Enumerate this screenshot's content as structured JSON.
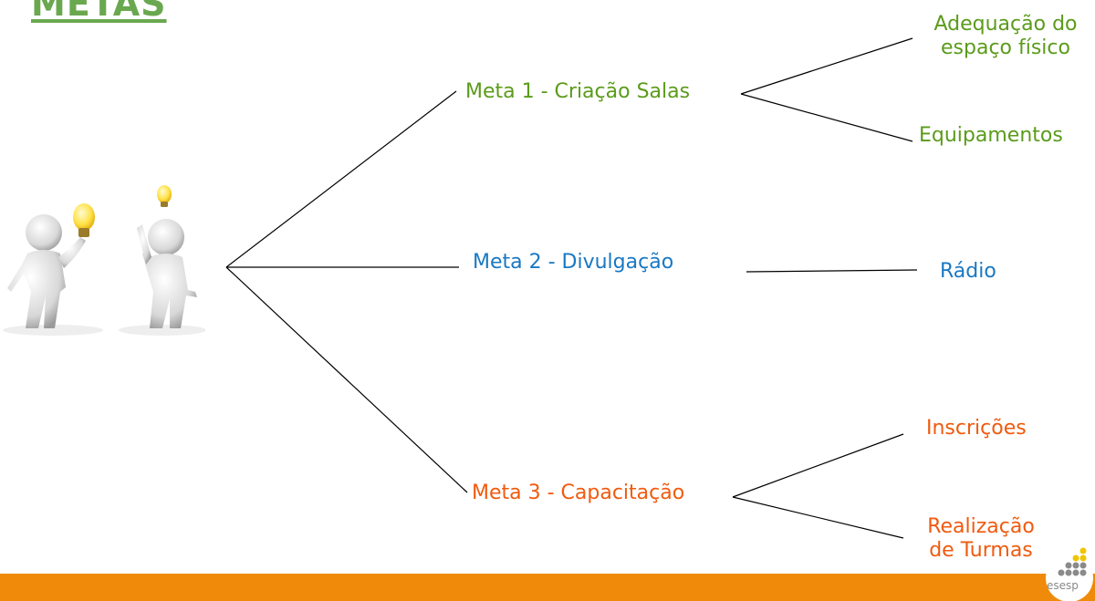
{
  "title": "METAS",
  "root": {
    "icon": "people-with-lightbulbs-icon"
  },
  "metas": [
    {
      "label": "Meta 1 - Criação Salas",
      "color": "#5b9b1a",
      "children": [
        {
          "label_lines": [
            "Adequação do",
            "espaço físico"
          ]
        },
        {
          "label_lines": [
            "Equipamentos"
          ]
        }
      ]
    },
    {
      "label": "Meta 2 - Divulgação",
      "color": "#1a78c2",
      "children": [
        {
          "label_lines": [
            "Rádio"
          ]
        }
      ]
    },
    {
      "label": "Meta 3 - Capacitação",
      "color": "#f05a0e",
      "children": [
        {
          "label_lines": [
            "Inscrições"
          ]
        },
        {
          "label_lines": [
            "Realização",
            "de Turmas"
          ]
        }
      ]
    }
  ],
  "footer": {
    "color": "#f08a0a",
    "logo_icon": "esesp-logo-icon",
    "logo_text": "esesp"
  }
}
